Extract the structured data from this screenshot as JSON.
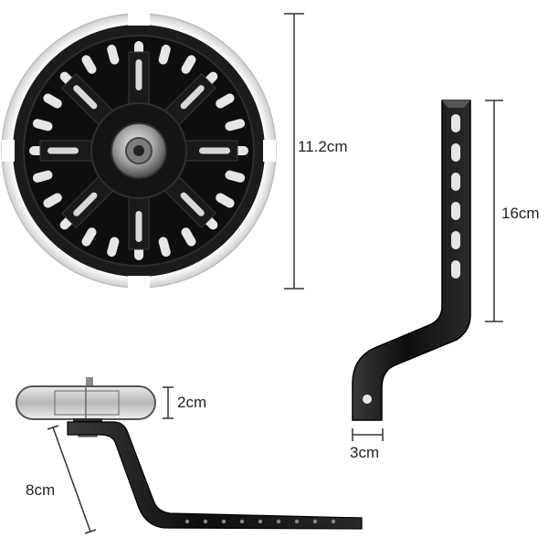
{
  "dimensions": {
    "wheel_diameter": "11.2cm",
    "bracket_height": "16cm",
    "bracket_width": "3cm",
    "wheel_thickness": "2cm",
    "bracket_arm_length": "8cm"
  },
  "colors": {
    "tire": "#f2f2f2",
    "rim": "#111111",
    "metal": "#1a1a1a",
    "hub": "#9a9a9a",
    "dimension_line": "#333333"
  }
}
